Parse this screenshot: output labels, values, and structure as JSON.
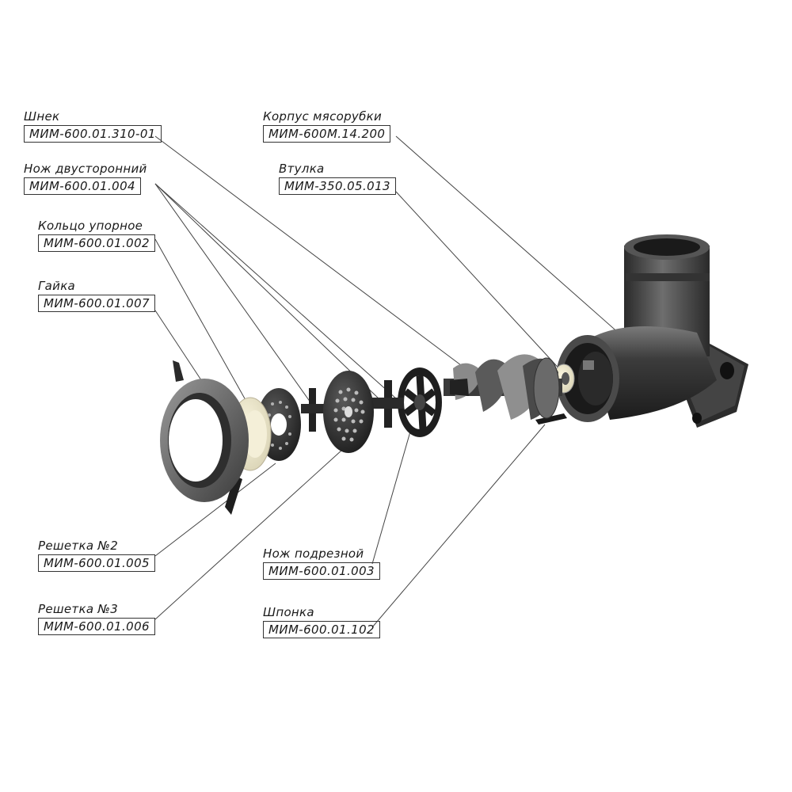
{
  "parts": [
    {
      "id": "shnek",
      "name": "Шнек",
      "code": "МИМ-600.01.310-01"
    },
    {
      "id": "nozh-dvust",
      "name": "Нож двусторонний",
      "code": "МИМ-600.01.004"
    },
    {
      "id": "koltso",
      "name": "Кольцо упорное",
      "code": "МИМ-600.01.002"
    },
    {
      "id": "gaika",
      "name": "Гайка",
      "code": "МИМ-600.01.007"
    },
    {
      "id": "korpus",
      "name": "Корпус мясорубки",
      "code": "МИМ-600М.14.200"
    },
    {
      "id": "vtulka",
      "name": "Втулка",
      "code": "МИМ-350.05.013"
    },
    {
      "id": "reshetka2",
      "name": "Решетка №2",
      "code": "МИМ-600.01.005"
    },
    {
      "id": "reshetka3",
      "name": "Решетка №3",
      "code": "МИМ-600.01.006"
    },
    {
      "id": "nozh-podr",
      "name": "Нож подрезной",
      "code": "МИМ-600.01.003"
    },
    {
      "id": "shponka",
      "name": "Шпонка",
      "code": "МИМ-600.01.102"
    }
  ]
}
